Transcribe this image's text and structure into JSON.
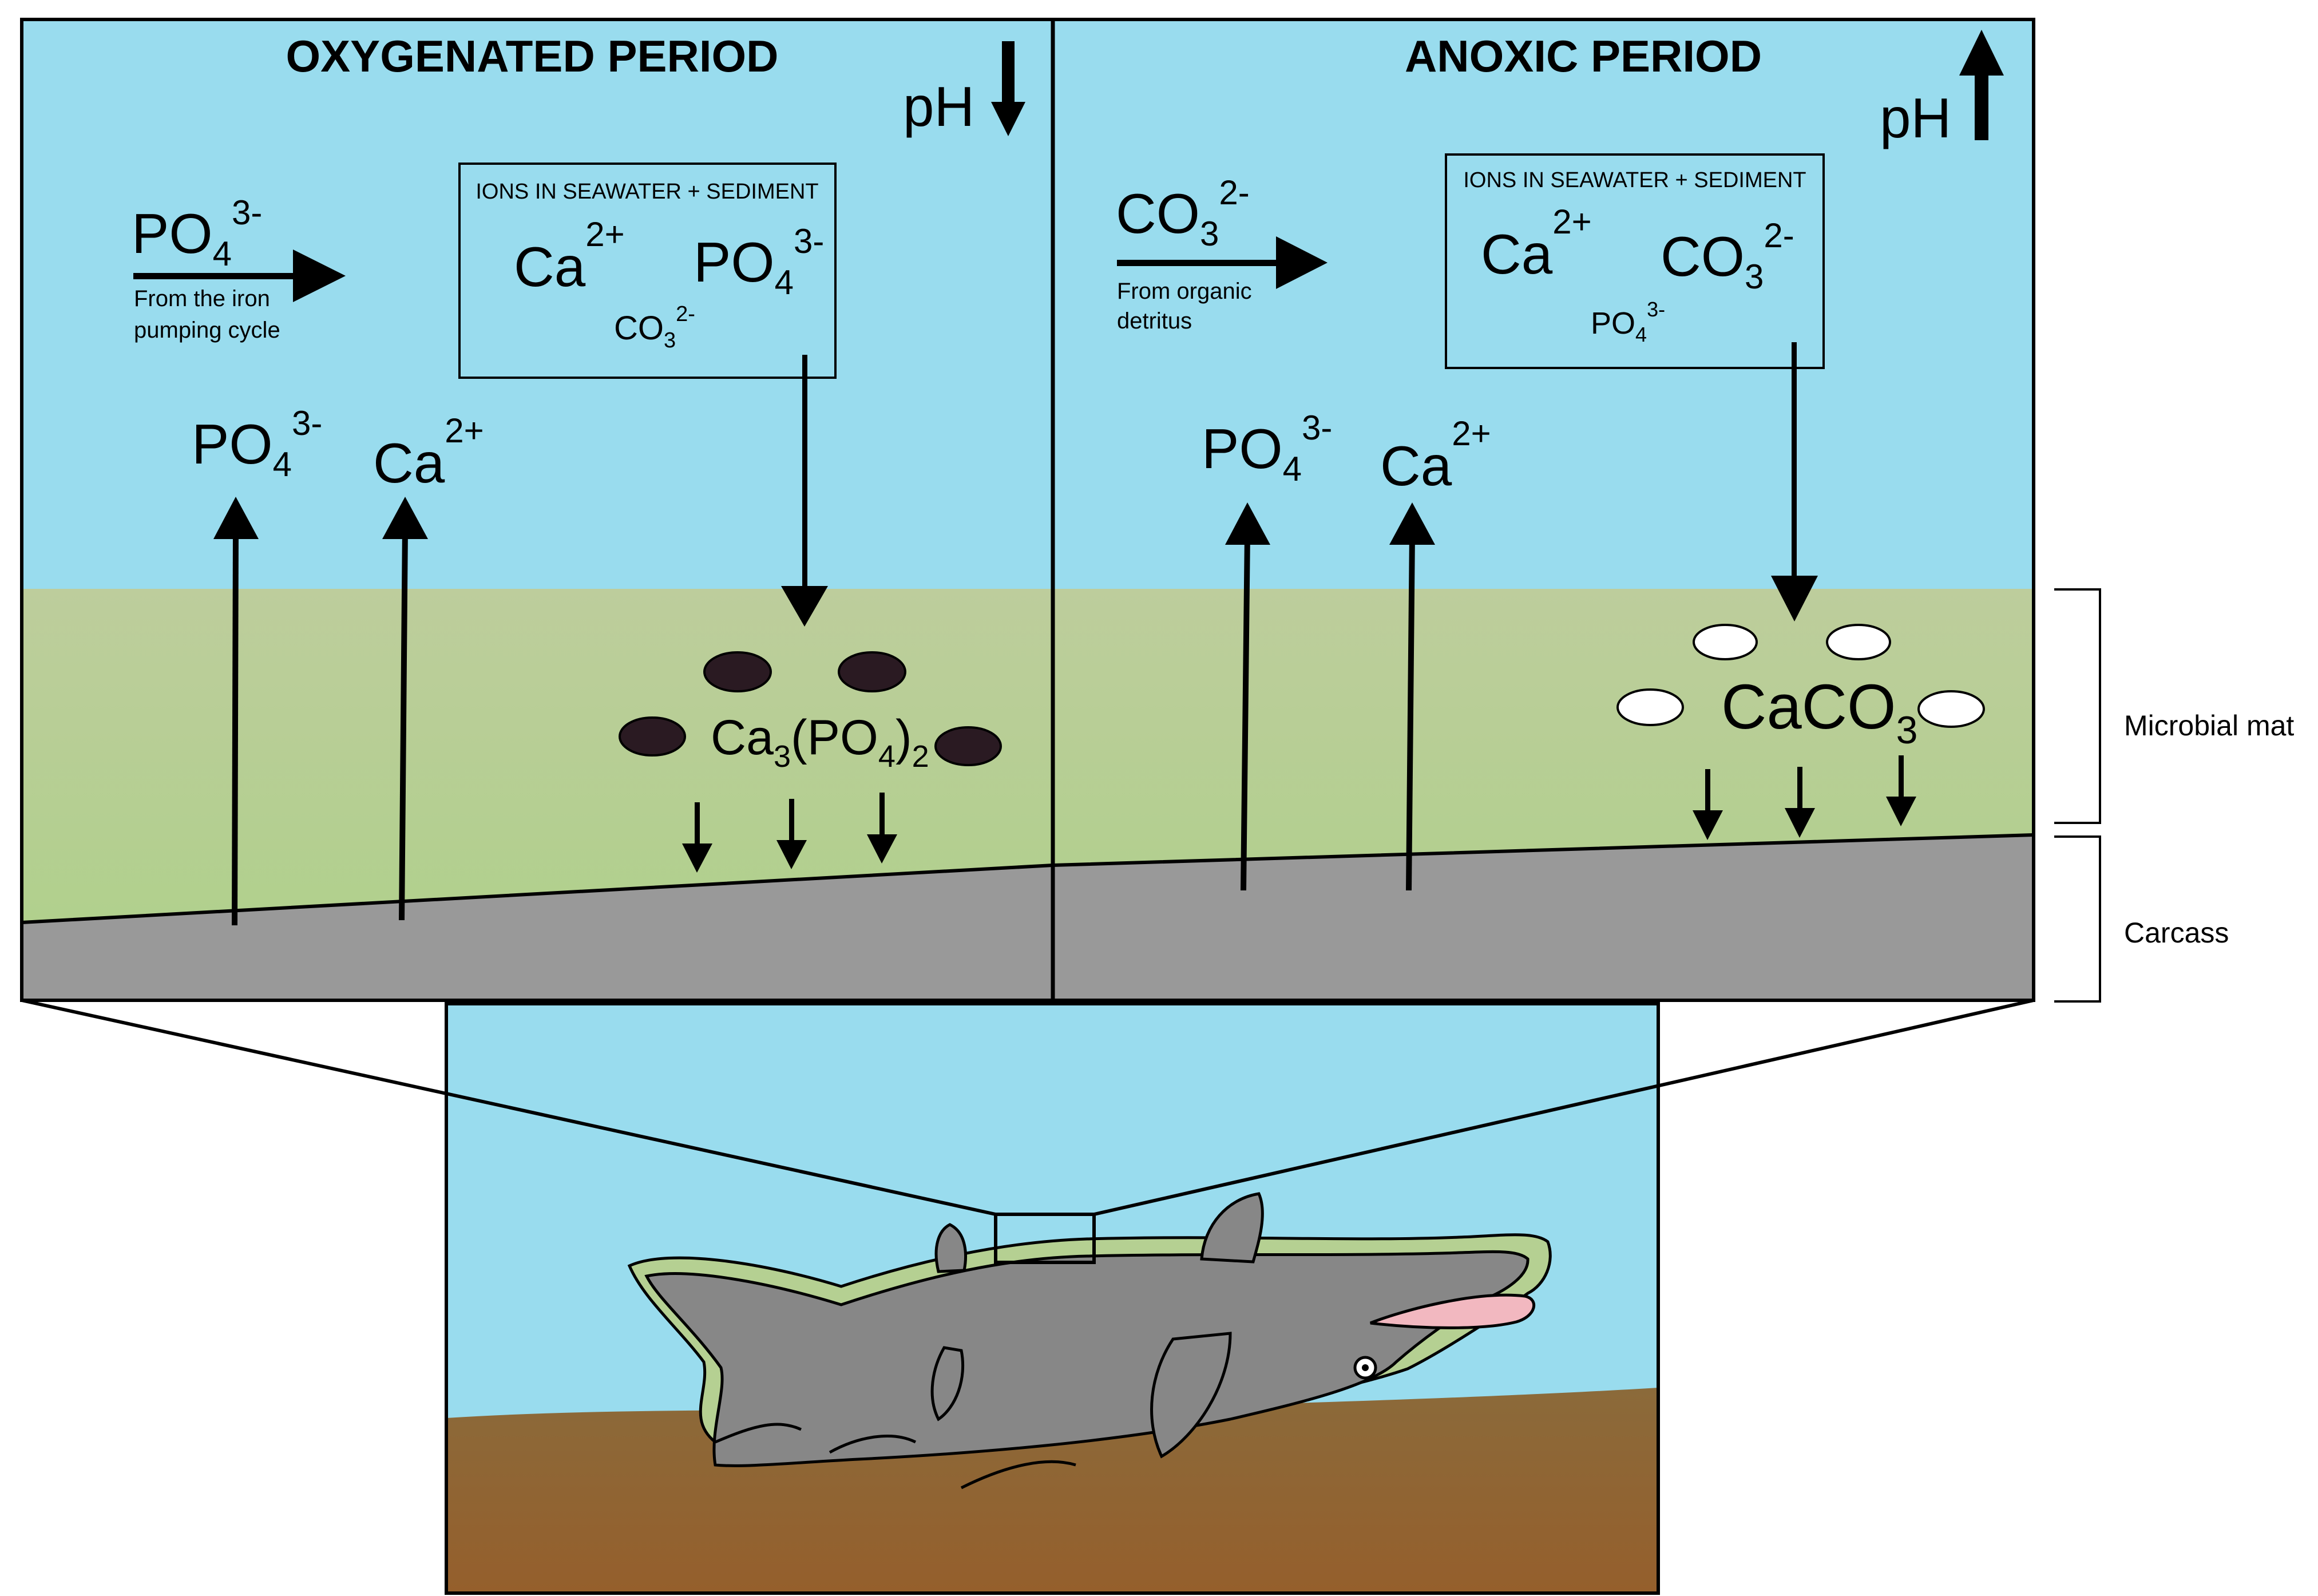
{
  "left_panel": {
    "title": "OXYGENATED PERIOD",
    "ph": "pH",
    "ph_direction": "down",
    "input_ion_base": "PO",
    "input_ion_sub": "4",
    "input_ion_sup": "3-",
    "input_source_line1": "From the iron",
    "input_source_line2": "pumping cycle",
    "box_label": "IONS IN SEAWATER + SEDIMENT",
    "box_ion_ca": "Ca",
    "box_ion_ca_sup": "2+",
    "box_ion_po": "PO",
    "box_ion_po_sub": "4",
    "box_ion_po_sup": "3-",
    "box_ion_co": "CO",
    "box_ion_co_sub": "3",
    "box_ion_co_sup": "2-",
    "released_po": "PO",
    "released_po_sub": "4",
    "released_po_sup": "3-",
    "released_ca": "Ca",
    "released_ca_sup": "2+",
    "precipitate_a": "Ca",
    "precipitate_b": "3",
    "precipitate_c": "(PO",
    "precipitate_d": "4",
    "precipitate_e": ")",
    "precipitate_f": "2",
    "precipitate_color": "#2a1a22"
  },
  "right_panel": {
    "title": "ANOXIC PERIOD",
    "ph": "pH",
    "ph_direction": "up",
    "input_ion_base": "CO",
    "input_ion_sub": "3",
    "input_ion_sup": "2-",
    "input_source_line1": "From organic",
    "input_source_line2": "detritus",
    "box_label": "IONS IN SEAWATER + SEDIMENT",
    "box_ion_ca": "Ca",
    "box_ion_ca_sup": "2+",
    "box_ion_co": "CO",
    "box_ion_co_sub": "3",
    "box_ion_co_sup": "2-",
    "box_ion_po": "PO",
    "box_ion_po_sub": "4",
    "box_ion_po_sup": "3-",
    "released_po": "PO",
    "released_po_sub": "4",
    "released_po_sup": "3-",
    "released_ca": "Ca",
    "released_ca_sup": "2+",
    "precipitate_a": "CaCO",
    "precipitate_b": "3",
    "precipitate_color": "#ffffff"
  },
  "layers": {
    "microbial_mat": "Microbial mat",
    "carcass": "Carcass"
  },
  "colors": {
    "seawater": "#99dcee",
    "microbial_mat": "#b5d092",
    "carcass": "#999999",
    "sediment": "#8f6333",
    "animal": "#878787",
    "mouth": "#f2b8c0"
  }
}
